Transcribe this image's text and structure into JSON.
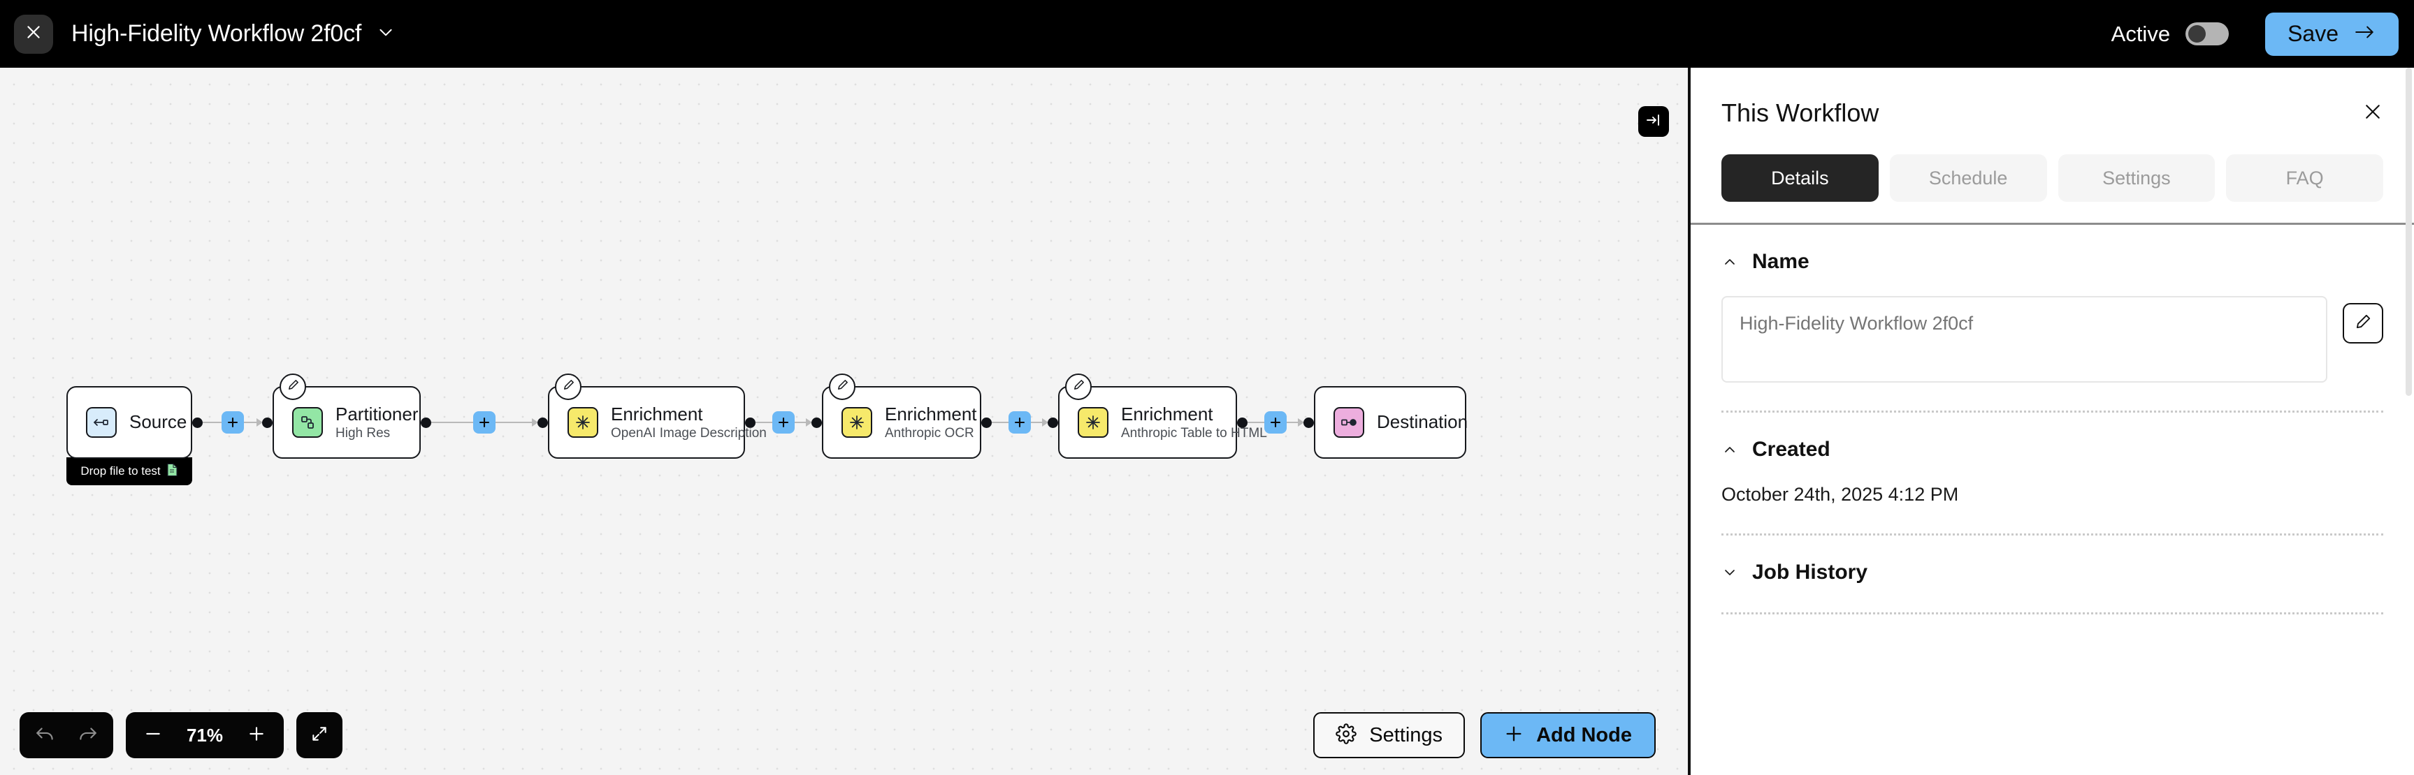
{
  "topbar": {
    "close_icon": "close-icon",
    "title": "High-Fidelity Workflow 2f0cf",
    "caret_icon": "chevron-down-icon",
    "active_label": "Active",
    "toggle_state": "off",
    "save_label": "Save",
    "save_arrow_icon": "arrow-right-icon",
    "accent_color": "#6cb8f5"
  },
  "canvas": {
    "collapse_icon": "collapse-panel-icon",
    "zoom_level": "71%",
    "undo_icon": "undo-arrow-icon",
    "redo_icon": "redo-arrow-icon",
    "zoom_out_icon": "minus-icon",
    "zoom_in_icon": "plus-icon",
    "fit_icon": "fit-to-screen-icon",
    "settings_label": "Settings",
    "settings_icon": "gear-icon",
    "add_node_label": "Add Node",
    "add_node_icon": "plus-icon",
    "nodes": [
      {
        "id": "source",
        "title": "Source",
        "subtitle": "",
        "icon": "source-arrow-icon",
        "icon_color": "#d8ecfb",
        "editable": false,
        "drop_hint": "Drop file to test",
        "drop_hint_icon": "file-document-icon"
      },
      {
        "id": "partitioner",
        "title": "Partitioner",
        "subtitle": "High Res",
        "icon": "partition-split-icon",
        "icon_color": "#93e6a5",
        "editable": true
      },
      {
        "id": "enrichment-1",
        "title": "Enrichment",
        "subtitle": "OpenAI Image Description",
        "icon": "sparkle-icon",
        "icon_color": "#f6e96b",
        "editable": true
      },
      {
        "id": "enrichment-2",
        "title": "Enrichment",
        "subtitle": "Anthropic OCR",
        "icon": "sparkle-icon",
        "icon_color": "#f6e96b",
        "editable": true
      },
      {
        "id": "enrichment-3",
        "title": "Enrichment",
        "subtitle": "Anthropic Table to HTML",
        "icon": "sparkle-icon",
        "icon_color": "#f6e96b",
        "editable": true
      },
      {
        "id": "destination",
        "title": "Destination",
        "subtitle": "",
        "icon": "destination-node-icon",
        "icon_color": "#edaede",
        "editable": false
      }
    ]
  },
  "panel": {
    "title": "This Workflow",
    "close_icon": "close-icon",
    "tabs": [
      {
        "label": "Details",
        "active": true
      },
      {
        "label": "Schedule",
        "active": false
      },
      {
        "label": "Settings",
        "active": false
      },
      {
        "label": "FAQ",
        "active": false
      }
    ],
    "sections": {
      "name": {
        "title": "Name",
        "expanded": true,
        "chevron": "chevron-up-icon",
        "value": "",
        "placeholder": "High-Fidelity Workflow 2f0cf",
        "edit_icon": "pencil-icon"
      },
      "created": {
        "title": "Created",
        "expanded": true,
        "chevron": "chevron-up-icon",
        "value": "October 24th, 2025 4:12 PM"
      },
      "job_history": {
        "title": "Job History",
        "expanded": false,
        "chevron": "chevron-down-icon"
      }
    }
  }
}
